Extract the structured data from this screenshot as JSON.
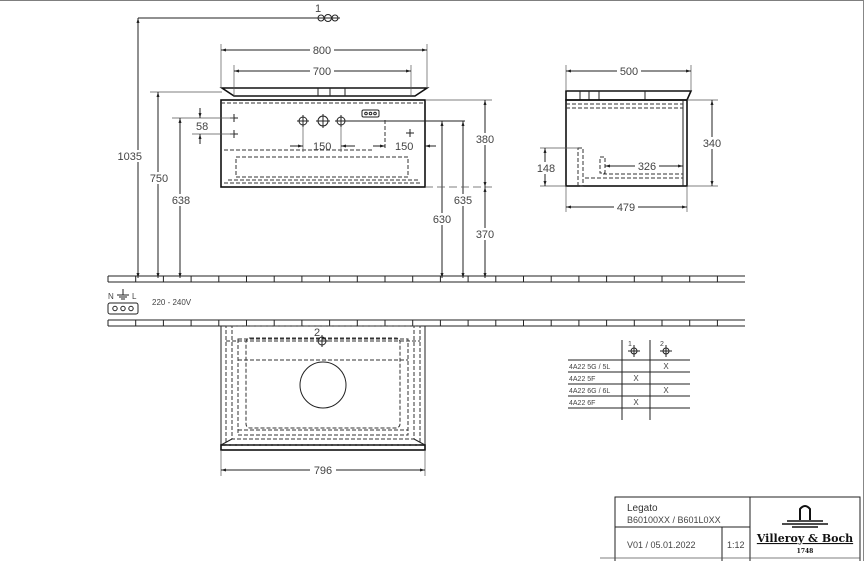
{
  "drawing": {
    "callouts": {
      "one": "1",
      "two": "2"
    },
    "front_view": {
      "width_top": "800",
      "width_inner": "700",
      "h_1035": "1035",
      "h_750": "750",
      "h_638": "638",
      "v_58": "58",
      "spacing_left": "150",
      "spacing_right": "150",
      "h_630": "630",
      "h_635": "635",
      "h_380": "380",
      "h_370": "370"
    },
    "side_view": {
      "depth_top": "500",
      "height": "340",
      "h_148": "148",
      "d_326": "326",
      "depth_bottom": "479"
    },
    "plan_view": {
      "width": "796"
    },
    "power": {
      "labels": [
        "N",
        "L"
      ],
      "voltage": "220 - 240V"
    },
    "table": {
      "columns": [
        "1",
        "2"
      ],
      "rows": [
        {
          "model": "4A22 5G / 5L",
          "c1": "",
          "c2": "X"
        },
        {
          "model": "4A22 5F",
          "c1": "X",
          "c2": ""
        },
        {
          "model": "4A22 6G / 6L",
          "c1": "",
          "c2": "X"
        },
        {
          "model": "4A22 6F",
          "c1": "X",
          "c2": ""
        }
      ]
    }
  },
  "title_block": {
    "product": "Legato",
    "codes": "B60100XX / B601L0XX",
    "version_date": "V01 / 05.01.2022",
    "scale": "1:12",
    "brand": "Villeroy & Boch",
    "brand_year": "1748"
  }
}
